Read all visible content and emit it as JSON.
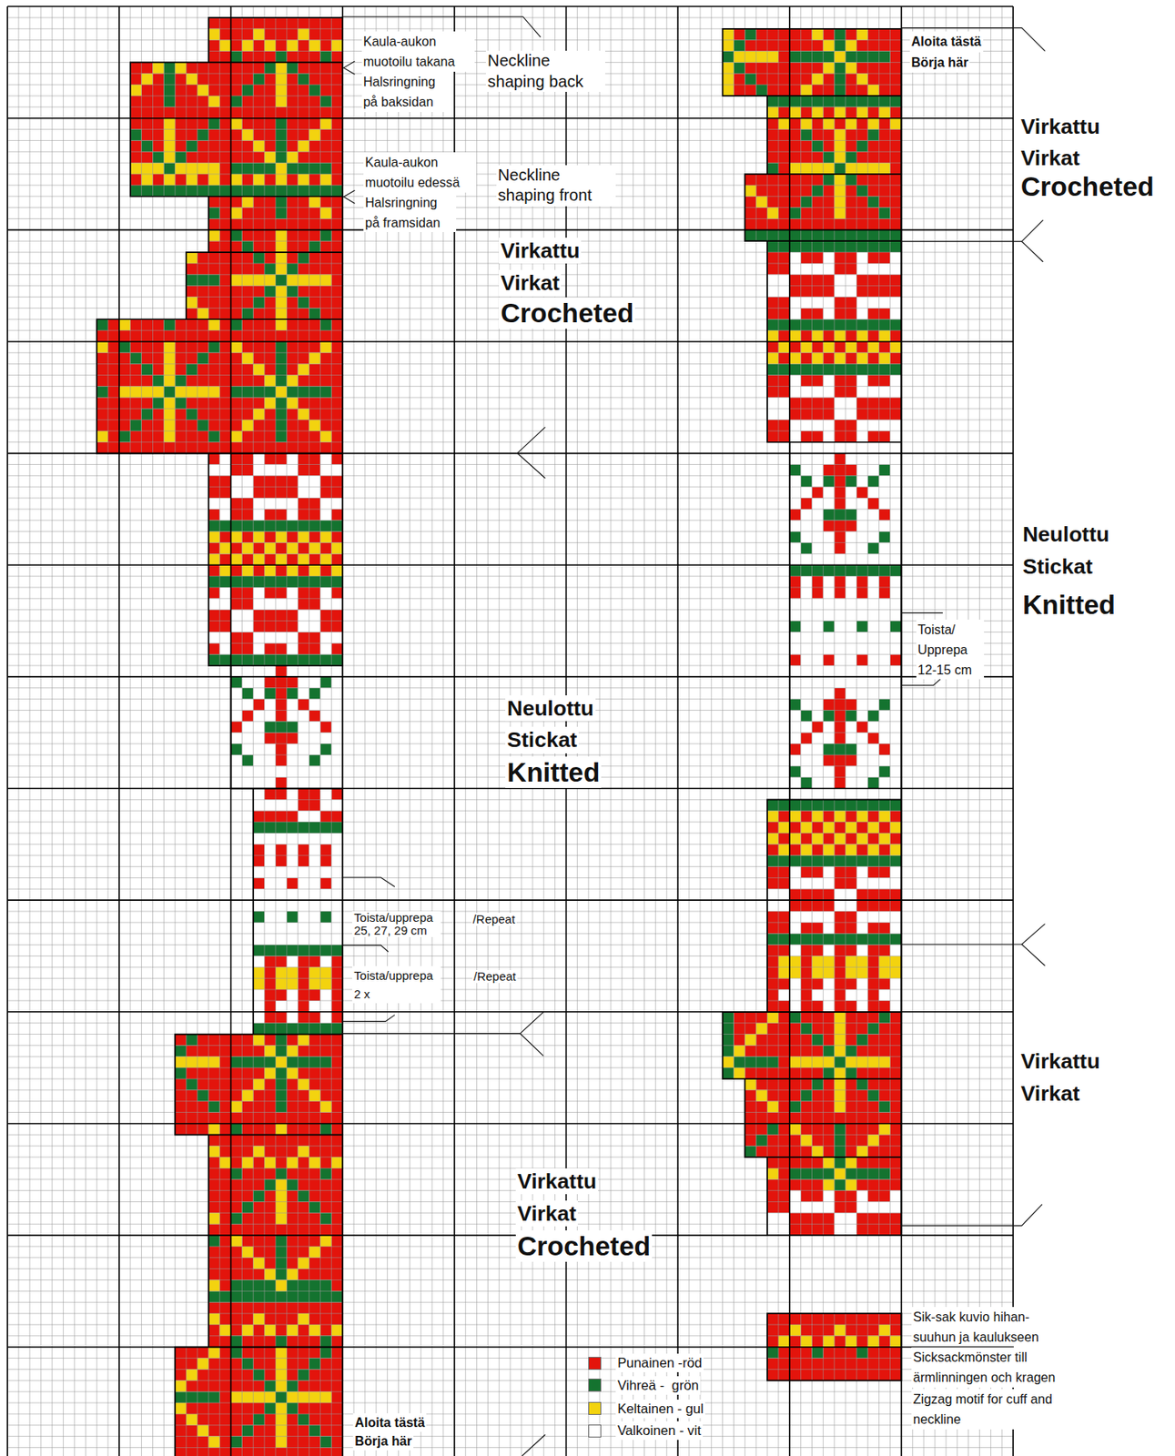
{
  "diagram": {
    "labels": [
      "Kaula-aukon muotoilu takana",
      "Halsringning på baksidan",
      "Neckline shaping back",
      "Kaula-aukon muotoilu edessä",
      "Halsringning på framsidan",
      "Neckline shaping front",
      "Virkattu",
      "Virkat",
      "Crocheted",
      "Neulottu",
      "Stickat",
      "Knitted",
      "Toista/upprepa 25, 27, 29 cm",
      "/Repeat",
      "Toista/upprepa 2 x",
      "/Repeat",
      "Virkattu",
      "Virkat",
      "Crocheted",
      "Aloita tästä",
      "Börja här",
      "Aloita tästä",
      "Börja här",
      "Virkattu",
      "Virkat",
      "Crocheted",
      "Neulottu",
      "Stickat",
      "Knitted",
      "Toista/ Upprepa 12-15 cm",
      "Virkattu",
      "Virkat",
      "Sik-sak kuvio hihan- suuhun ja kaulukseen",
      "Sicksackmönster till ärmlinningen och kragen",
      "Zigzag motif for cuff and neckline"
    ],
    "legend": [
      {
        "text": "Punainen -röd",
        "color": "#e3140c"
      },
      {
        "text": "Vihreä -  grön",
        "color": "#14732f"
      },
      {
        "text": "Keltainen - gul",
        "color": "#f3d30f"
      },
      {
        "text": "Valkoinen - vit",
        "color": "#ffffff"
      }
    ]
  }
}
